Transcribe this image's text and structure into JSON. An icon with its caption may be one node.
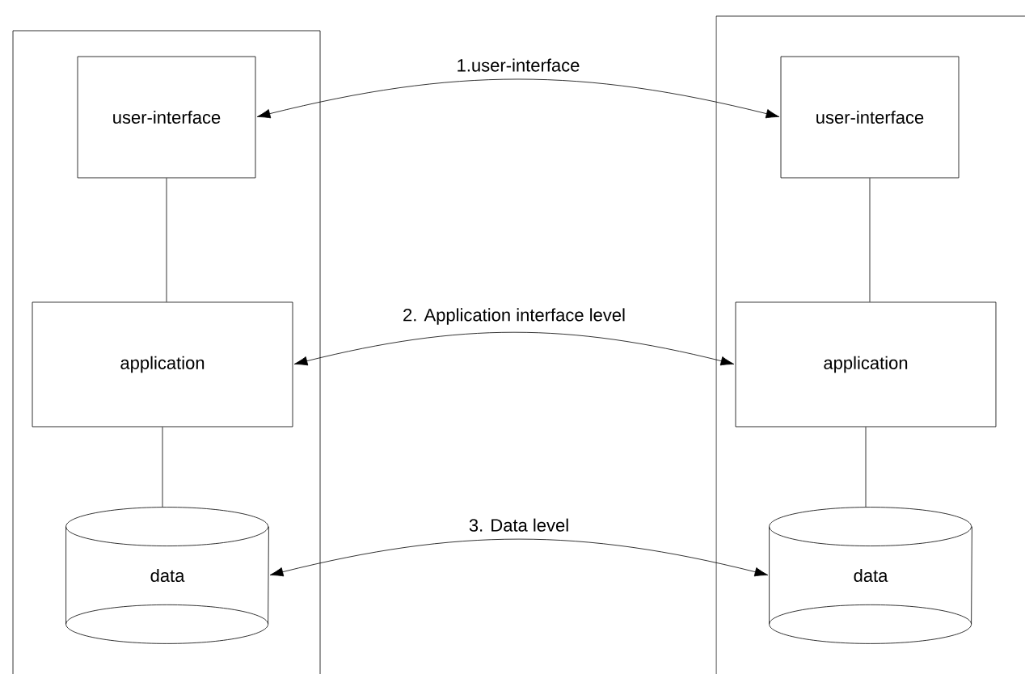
{
  "diagram": {
    "nodes": [
      {
        "text": [],
        "shape": "box"
      },
      {
        "text": [
          "user-interface"
        ],
        "in": 0
      },
      {
        "text": [
          "application"
        ],
        "in": 0
      },
      {
        "text": [
          "data"
        ],
        "in": 0
      },
      {
        "text": [],
        "shape": "box"
      },
      {
        "text": [
          "user-interface"
        ],
        "in": 4
      },
      {
        "text": [
          "application"
        ],
        "in": 4
      },
      {
        "text": [
          "data"
        ],
        "in": 4
      }
    ],
    "edges": [
      {
        "from": 1,
        "to": 2,
        "arrow": "none"
      },
      {
        "from": 2,
        "to": 3,
        "arrow": "none"
      },
      {
        "from": 5,
        "to": 6,
        "arrow": "none"
      },
      {
        "from": 6,
        "to": 7,
        "arrow": "none"
      },
      {
        "from": 1,
        "to": 5,
        "arrow": "both",
        "label": "1.user-interface"
      },
      {
        "from": 2,
        "to": 6,
        "arrow": "both",
        "label": "2. Application interface level"
      },
      {
        "from": 3,
        "to": 7,
        "arrow": "both",
        "label": "3. Data level"
      }
    ]
  }
}
